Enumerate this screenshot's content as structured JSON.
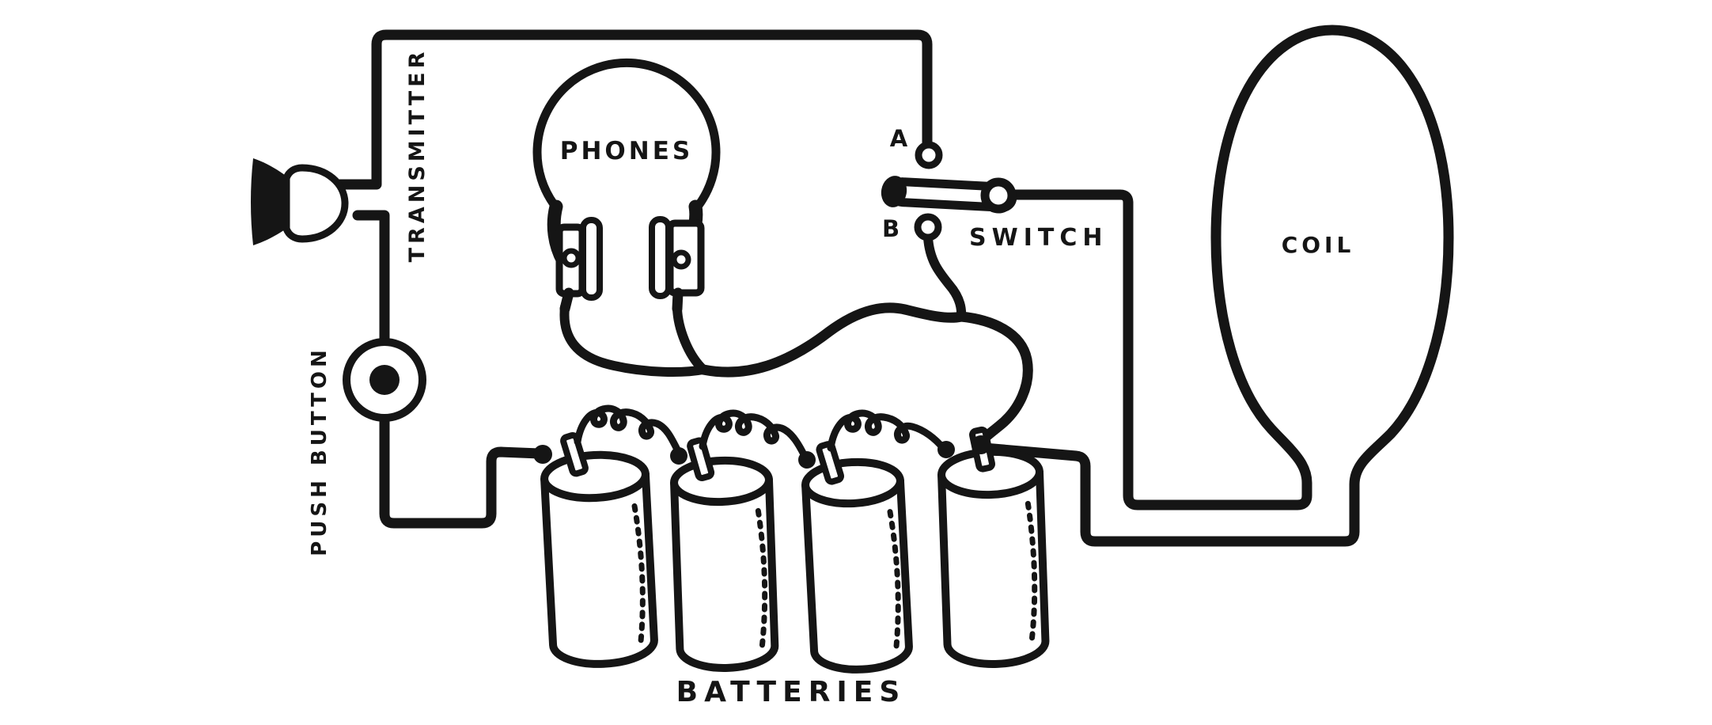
{
  "colors": {
    "ink": "#151515",
    "paper": "#ffffff"
  },
  "diagram": {
    "type": "hand-drawn circuit diagram",
    "labels": {
      "transmitter": "TRANSMITTER",
      "push_button": "PUSH BUTTON",
      "phones": "PHONES",
      "terminal_a": "A",
      "terminal_b": "B",
      "switch": "SWITCH",
      "coil": "COIL",
      "batteries": "BATTERIES"
    },
    "components": [
      {
        "name": "transmitter",
        "label": "TRANSMITTER"
      },
      {
        "name": "push-button",
        "label": "PUSH BUTTON"
      },
      {
        "name": "phones",
        "label": "PHONES"
      },
      {
        "name": "switch",
        "label": "SWITCH",
        "terminals": [
          "A",
          "B"
        ]
      },
      {
        "name": "coil",
        "label": "COIL"
      },
      {
        "name": "batteries",
        "label": "BATTERIES",
        "cell_count": 4
      }
    ]
  }
}
